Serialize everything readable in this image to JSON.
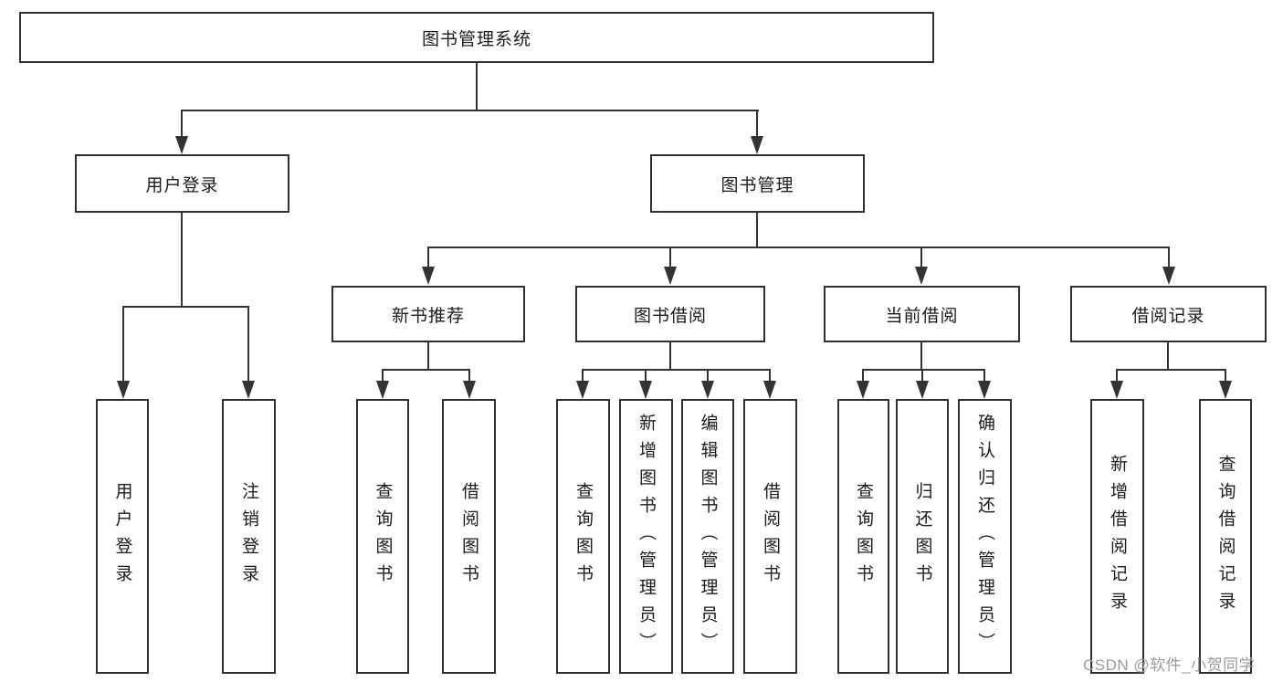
{
  "diagram": {
    "root": {
      "label": "图书管理系统"
    },
    "branches": [
      {
        "label": "用户登录",
        "children": [
          {
            "label": "用户登录"
          },
          {
            "label": "注销登录"
          }
        ]
      },
      {
        "label": "图书管理",
        "children": [
          {
            "label": "新书推荐",
            "children": [
              {
                "label": "查询图书"
              },
              {
                "label": "借阅图书"
              }
            ]
          },
          {
            "label": "图书借阅",
            "children": [
              {
                "label": "查询图书"
              },
              {
                "label": "新增图书（管理员）"
              },
              {
                "label": "编辑图书（管理员）"
              },
              {
                "label": "借阅图书"
              }
            ]
          },
          {
            "label": "当前借阅",
            "children": [
              {
                "label": "查询图书"
              },
              {
                "label": "归还图书"
              },
              {
                "label": "确认归还（管理员）"
              }
            ]
          },
          {
            "label": "借阅记录",
            "children": [
              {
                "label": "新增借阅记录"
              },
              {
                "label": "查询借阅记录"
              }
            ]
          }
        ]
      }
    ]
  },
  "watermark": {
    "text": "CSDN @软件_小贺同学"
  },
  "colors": {
    "line": "#333333",
    "border": "#2f2f2f",
    "text": "#1b1b1b",
    "watermark": "#9b9b9b",
    "background": "#ffffff"
  }
}
